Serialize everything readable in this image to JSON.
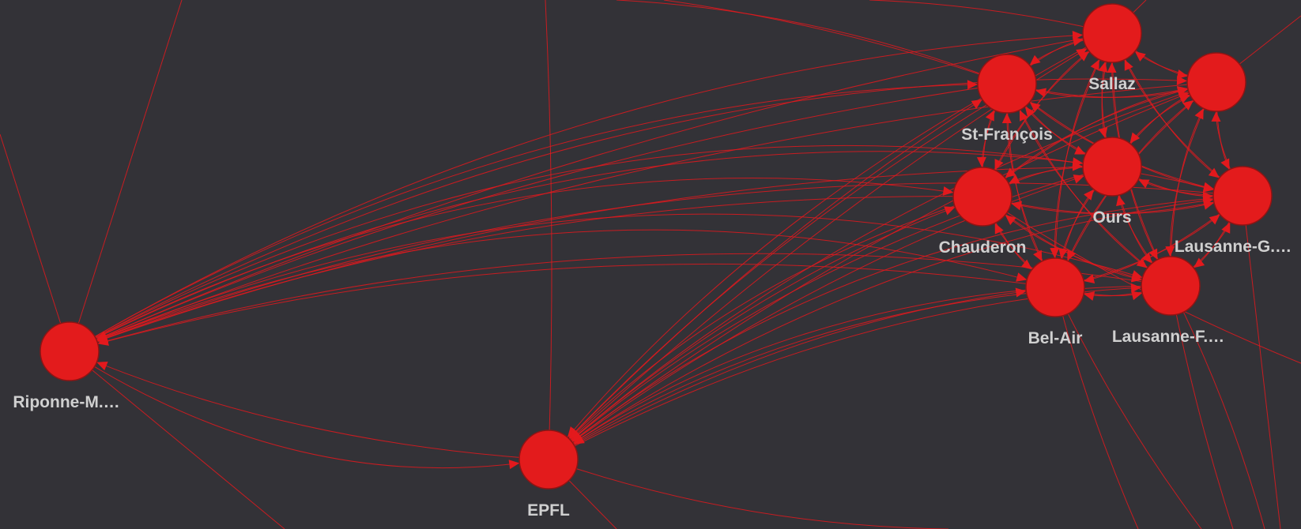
{
  "graph": {
    "node_color": "#e31b1c",
    "edge_color": "#e3191d",
    "label_color": "#d0d0d0",
    "background": "#333237",
    "nodes": [
      {
        "id": "riponne",
        "label": "Riponne-M.…"
      },
      {
        "id": "epfl",
        "label": "EPFL"
      },
      {
        "id": "sallaz",
        "label": "Sallaz"
      },
      {
        "id": "st-francois",
        "label": "St-François"
      },
      {
        "id": "lausanne-g",
        "label": "Lausanne-G.…"
      },
      {
        "id": "ours",
        "label": "Ours"
      },
      {
        "id": "chauderon",
        "label": "Chauderon"
      },
      {
        "id": "bel-air",
        "label": "Bel-Air"
      },
      {
        "id": "lausanne-f",
        "label": "Lausanne-F.…"
      }
    ]
  }
}
